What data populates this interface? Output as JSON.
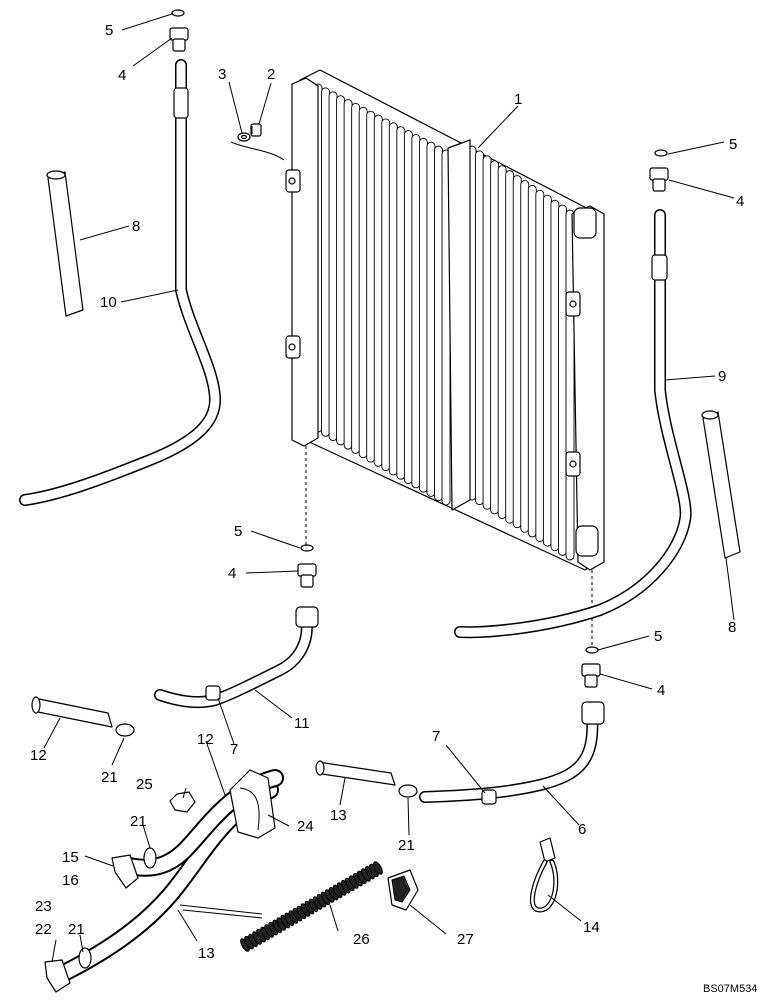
{
  "figure_ref": "BS07M534",
  "callouts": {
    "c1": "1",
    "c2": "2",
    "c3": "3",
    "c4a": "4",
    "c4b": "4",
    "c4c": "4",
    "c4d": "4",
    "c5a": "5",
    "c5b": "5",
    "c5c": "5",
    "c5d": "5",
    "c6": "6",
    "c7a": "7",
    "c7b": "7",
    "c8a": "8",
    "c8b": "8",
    "c9": "9",
    "c10": "10",
    "c11": "11",
    "c12a": "12",
    "c12b": "12",
    "c13a": "13",
    "c13b": "13",
    "c14": "14",
    "c15": "15",
    "c16": "16",
    "c21a": "21",
    "c21b": "21",
    "c21c": "21",
    "c21d": "21",
    "c22": "22",
    "c23": "23",
    "c24": "24",
    "c25": "25",
    "c26": "26",
    "c27": "27"
  }
}
